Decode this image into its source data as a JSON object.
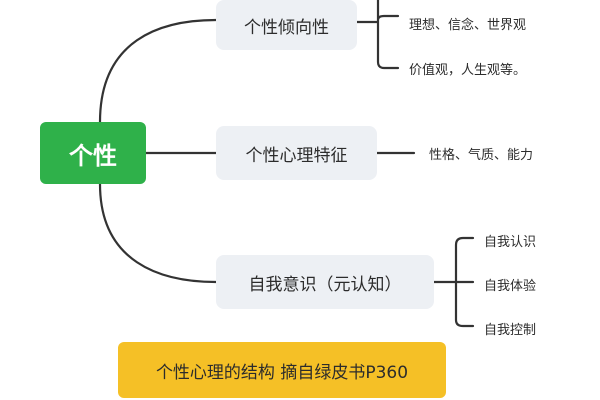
{
  "root": {
    "label": "个性"
  },
  "branches": [
    {
      "label": "个性倾向性",
      "leaves": [
        "理想、信念、世界观",
        "价值观，人生观等。"
      ]
    },
    {
      "label": "个性心理特征",
      "leaves": [
        "性格、气质、能力"
      ]
    },
    {
      "label": "自我意识（元认知）",
      "leaves": [
        "自我认识",
        "自我体验",
        "自我控制"
      ]
    }
  ],
  "note": {
    "text": "个性心理的结构  摘自绿皮书P360"
  },
  "colors": {
    "root_fill": "#2fb14a",
    "branch_fill": "#edf0f4",
    "note_fill": "#f5c026",
    "line": "#333333"
  }
}
